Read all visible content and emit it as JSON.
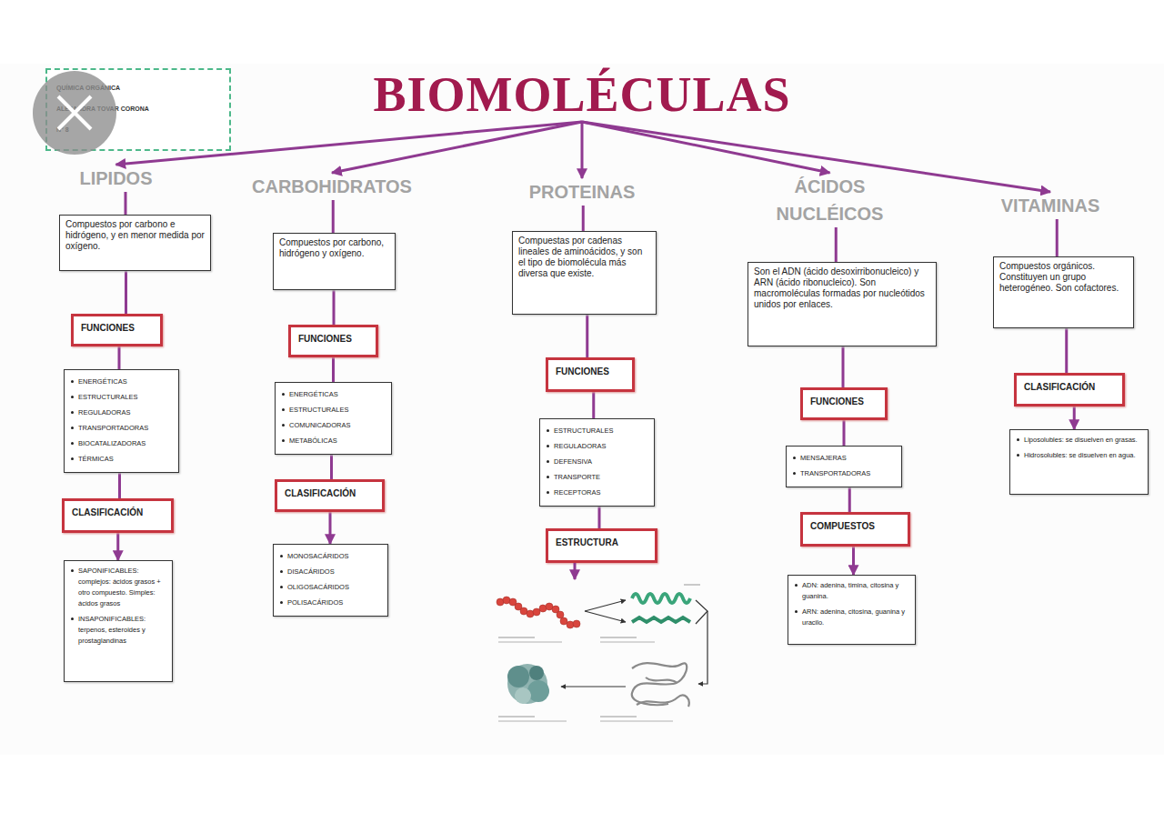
{
  "diagram": {
    "nodes": [
      {
        "text": [
          "QUÍMICA ORGÁNICA",
          "ALEJANDRA TOVAR CORONA",
          "N° 8"
        ]
      },
      {
        "text": [
          "BIOMOLÉCULAS"
        ]
      },
      {
        "text": [
          "LIPIDOS"
        ]
      },
      {
        "text": [
          "Compuestos por carbono e hidrógeno, y en menor medida por oxígeno."
        ]
      },
      {
        "text": [
          "FUNCIONES"
        ]
      },
      {
        "text": [
          "ENERGÉTICAS",
          "ESTRUCTURALES",
          "REGULADORAS",
          "TRANSPORTADORAS",
          "BIOCATALIZADORAS",
          "TÉRMICAS"
        ]
      },
      {
        "text": [
          "CLASIFICACIÓN"
        ]
      },
      {
        "text": [
          "SAPONIFICABLES: complejos: ácidos grasos + otro compuesto. Simples: ácidos grasos",
          "INSAPONIFICABLES: terpenos, esteroides y prostaglandinas"
        ]
      },
      {
        "text": [
          "CARBOHIDRATOS"
        ]
      },
      {
        "text": [
          "Compuestos por carbono, hidrógeno y oxígeno."
        ]
      },
      {
        "text": [
          "FUNCIONES"
        ]
      },
      {
        "text": [
          "ENERGÉTICAS",
          "ESTRUCTURALES",
          "COMUNICADORAS",
          "METABÓLICAS"
        ]
      },
      {
        "text": [
          "CLASIFICACIÓN"
        ]
      },
      {
        "text": [
          "MONOSACÁRIDOS",
          "DISACÁRIDOS",
          "OLIGOSACÁRIDOS",
          "POLISACÁRIDOS"
        ]
      },
      {
        "text": [
          "PROTEINAS"
        ]
      },
      {
        "text": [
          "Compuestas por cadenas lineales de aminoácidos, y son el tipo de biomolécula más diversa que existe."
        ]
      },
      {
        "text": [
          "FUNCIONES"
        ]
      },
      {
        "text": [
          "ESTRUCTURALES",
          "REGULADORAS",
          "DEFENSIVA",
          "TRANSPORTE",
          "RECEPTORAS"
        ]
      },
      {
        "text": [
          "ESTRUCTURA"
        ]
      },
      {
        "text": [
          "ÁCIDOS NUCLÉICOS"
        ]
      },
      {
        "text": [
          "Son el ADN (ácido desoxirribonucleico) y ARN (ácido ribonucleico). Son macromoléculas formadas por nucleótidos unidos por enlaces."
        ]
      },
      {
        "text": [
          "FUNCIONES"
        ]
      },
      {
        "text": [
          "MENSAJERAS",
          "TRANSPORTADORAS"
        ]
      },
      {
        "text": [
          "COMPUESTOS"
        ]
      },
      {
        "text": [
          "ADN: adenina, timina, citosina y guanina.",
          "ARN: adenina, citosina, guanina y uracilo."
        ]
      },
      {
        "text": [
          "VITAMINAS"
        ]
      },
      {
        "text": [
          "Compuestos orgánicos. Constituyen un grupo heterogéneo. Son cofactores."
        ]
      },
      {
        "text": [
          "CLASIFICACIÓN"
        ]
      },
      {
        "text": [
          "Liposolubles: se disuelven en grasas.",
          "Hidrosolubles: se disuelven en agua."
        ]
      }
    ],
    "edges": [
      {
        "from": 1,
        "to": 2,
        "arrow": "to"
      },
      {
        "from": 1,
        "to": 8,
        "arrow": "to"
      },
      {
        "from": 1,
        "to": 14,
        "arrow": "to"
      },
      {
        "from": 1,
        "to": 19,
        "arrow": "to"
      },
      {
        "from": 1,
        "to": 25,
        "arrow": "to"
      },
      {
        "from": 2,
        "to": 3,
        "arrow": "none"
      },
      {
        "from": 3,
        "to": 4,
        "arrow": "none"
      },
      {
        "from": 4,
        "to": 5,
        "arrow": "none"
      },
      {
        "from": 5,
        "to": 6,
        "arrow": "none"
      },
      {
        "from": 6,
        "to": 7,
        "arrow": "to"
      },
      {
        "from": 8,
        "to": 9,
        "arrow": "none"
      },
      {
        "from": 9,
        "to": 10,
        "arrow": "none"
      },
      {
        "from": 10,
        "to": 11,
        "arrow": "none"
      },
      {
        "from": 11,
        "to": 12,
        "arrow": "none"
      },
      {
        "from": 12,
        "to": 13,
        "arrow": "to"
      },
      {
        "from": 14,
        "to": 15,
        "arrow": "none"
      },
      {
        "from": 15,
        "to": 16,
        "arrow": "none"
      },
      {
        "from": 16,
        "to": 17,
        "arrow": "none"
      },
      {
        "from": 17,
        "to": 18,
        "arrow": "none"
      },
      {
        "from": 19,
        "to": 20,
        "arrow": "none"
      },
      {
        "from": 20,
        "to": 21,
        "arrow": "none"
      },
      {
        "from": 21,
        "to": 22,
        "arrow": "none"
      },
      {
        "from": 22,
        "to": 23,
        "arrow": "none"
      },
      {
        "from": 23,
        "to": 24,
        "arrow": "to"
      },
      {
        "from": 25,
        "to": 26,
        "arrow": "none"
      },
      {
        "from": 26,
        "to": 27,
        "arrow": "none"
      },
      {
        "from": 27,
        "to": 28,
        "arrow": "to"
      }
    ]
  }
}
